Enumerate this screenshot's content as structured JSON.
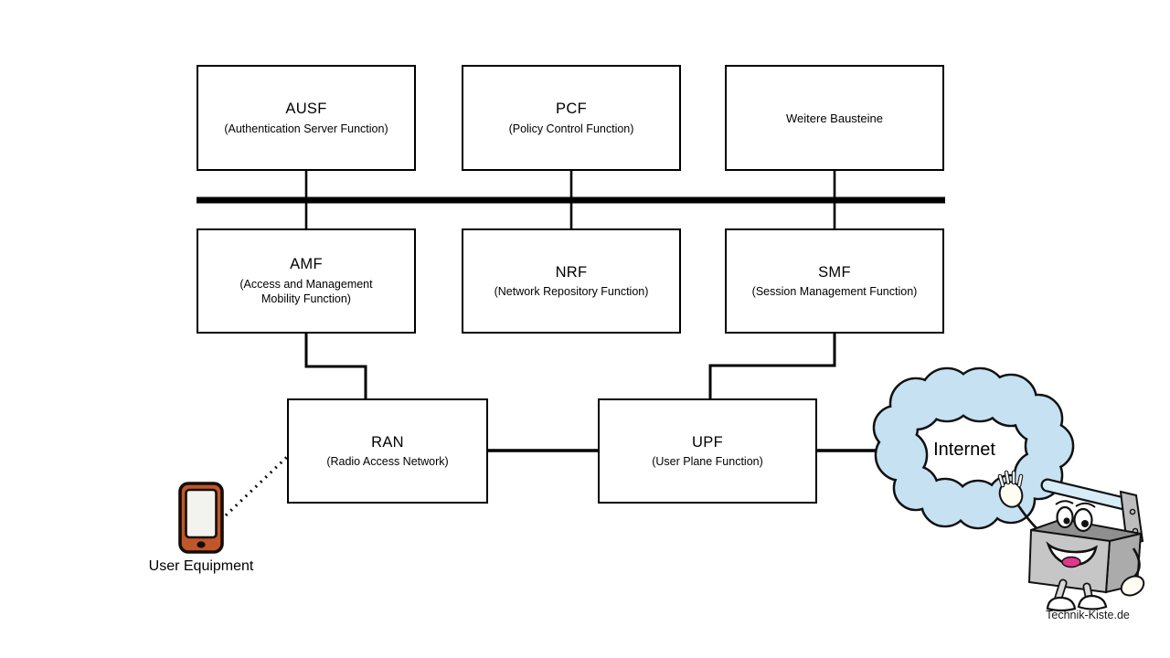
{
  "diagram": {
    "title_context": "5G core network architecture diagram",
    "nodes": {
      "ausf": {
        "title": "AUSF",
        "subtitle": "(Authentication Server Function)"
      },
      "pcf": {
        "title": "PCF",
        "subtitle": "(Policy Control Function)"
      },
      "weitere": {
        "label": "Weitere Bausteine"
      },
      "amf": {
        "title": "AMF",
        "subtitle": "(Access and Management Mobility Function)"
      },
      "nrf": {
        "title": "NRF",
        "subtitle": "(Network Repository Function)"
      },
      "smf": {
        "title": "SMF",
        "subtitle": "(Session Management Function)"
      },
      "ran": {
        "title": "RAN",
        "subtitle": "(Radio Access Network)"
      },
      "upf": {
        "title": "UPF",
        "subtitle": "(User Plane Function)"
      }
    },
    "cloud_label": "Internet",
    "user_equipment_label": "User Equipment",
    "watermark": "Technik-Kiste.de",
    "edges": [
      "AUSF - service bus",
      "PCF - service bus",
      "Weitere Bausteine - service bus",
      "AMF - service bus",
      "NRF - service bus",
      "SMF - service bus",
      "AMF - RAN",
      "SMF - UPF",
      "RAN - UPF",
      "UPF - Internet",
      "User Equipment - RAN (dotted wireless link)"
    ],
    "colors": {
      "line": "#000000",
      "box_border": "#000000",
      "box_fill": "#ffffff",
      "cloud_fill": "#c5e1f2",
      "phone_body": "#c0572b",
      "phone_screen": "#f2f2ef",
      "toolbox_gray": "#c6c6c6",
      "toolbox_side_gray": "#ababab",
      "handle_blue": "#d6ecf7",
      "tongue_pink": "#e0368c"
    }
  }
}
